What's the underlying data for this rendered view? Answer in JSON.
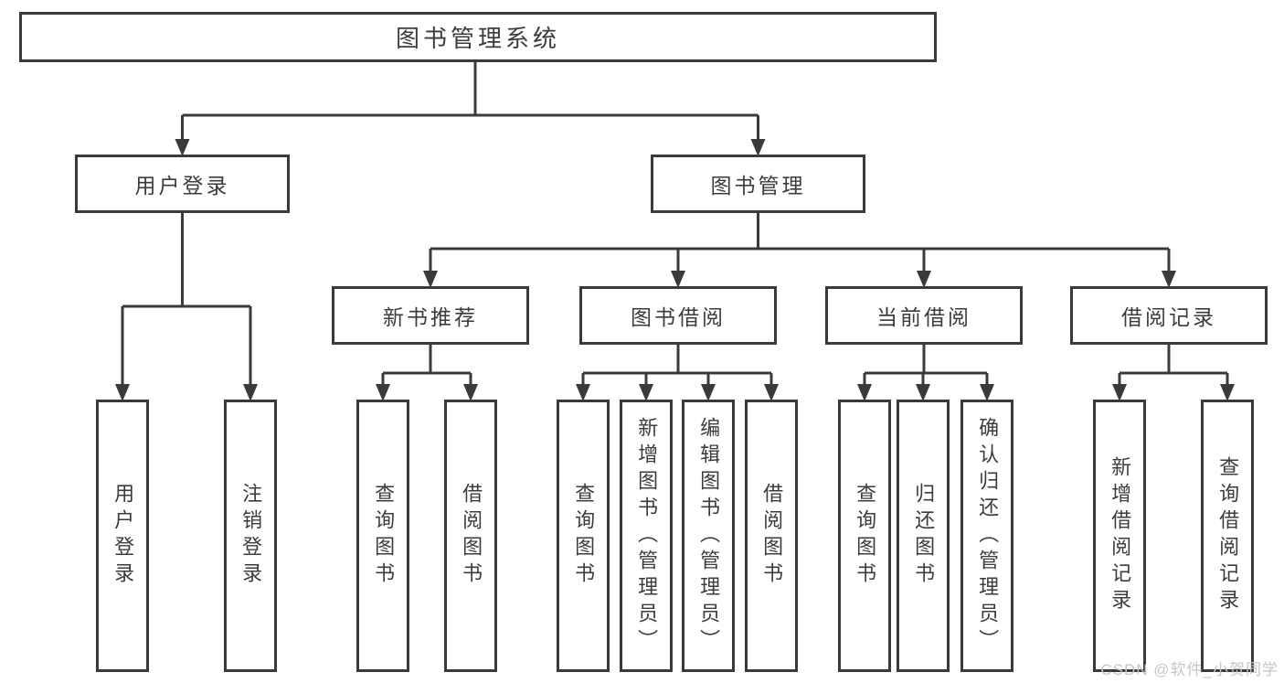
{
  "colors": {
    "line": "#3a3a3a",
    "box_border": "#3a3a3a",
    "text": "#3c3c3c",
    "watermark": "#c6c6c6",
    "background": "#ffffff"
  },
  "tree": {
    "root": {
      "label": "图书管理系统",
      "children": [
        {
          "label": "用户登录",
          "children": [
            {
              "label": "用户登录"
            },
            {
              "label": "注销登录"
            }
          ]
        },
        {
          "label": "图书管理",
          "children": [
            {
              "label": "新书推荐",
              "children": [
                {
                  "label": "查询图书"
                },
                {
                  "label": "借阅图书"
                }
              ]
            },
            {
              "label": "图书借阅",
              "children": [
                {
                  "label": "查询图书"
                },
                {
                  "label": "新增图书（管理员）"
                },
                {
                  "label": "编辑图书（管理员）"
                },
                {
                  "label": "借阅图书"
                }
              ]
            },
            {
              "label": "当前借阅",
              "children": [
                {
                  "label": "查询图书"
                },
                {
                  "label": "归还图书"
                },
                {
                  "label": "确认归还（管理员）"
                }
              ]
            },
            {
              "label": "借阅记录",
              "children": [
                {
                  "label": "新增借阅记录"
                },
                {
                  "label": "查询借阅记录"
                }
              ]
            }
          ]
        }
      ]
    }
  },
  "watermark": {
    "text": "CSDN @软件_小贺同学"
  }
}
